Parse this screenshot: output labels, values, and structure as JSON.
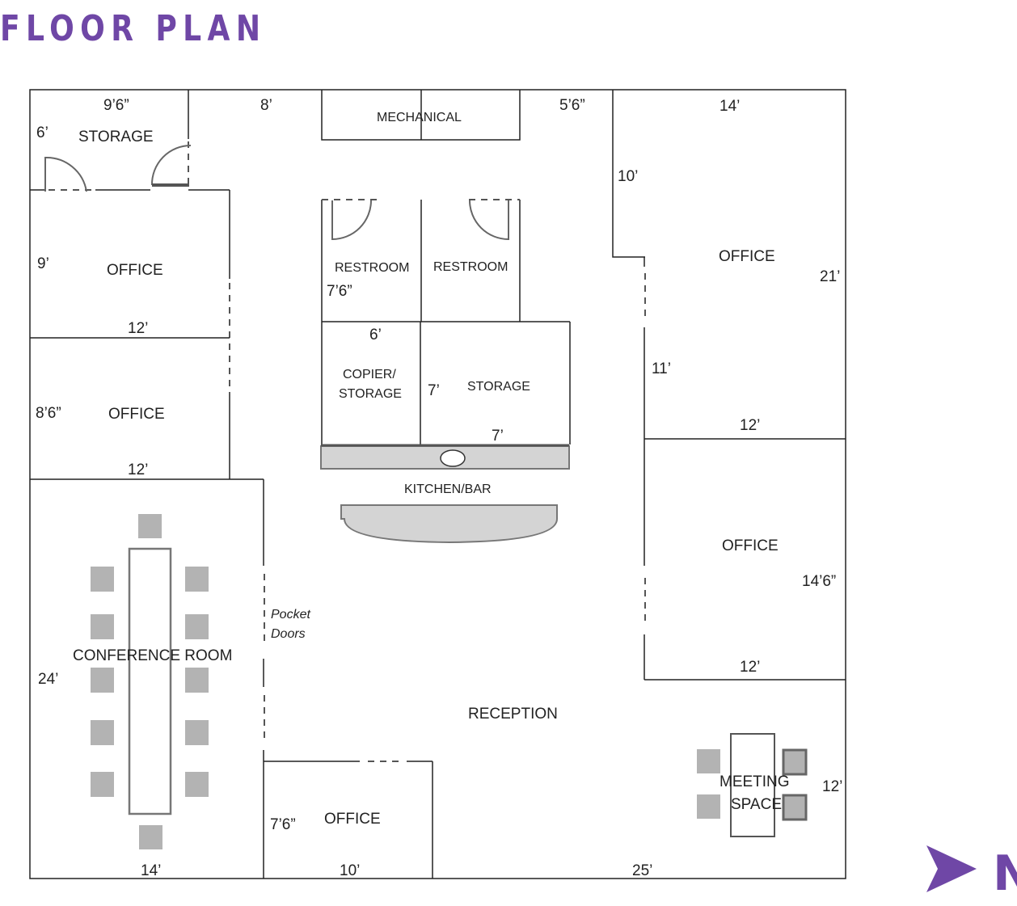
{
  "title": "FLOOR PLAN",
  "accent_color": "#6f47a6",
  "compass": {
    "icon": "north-arrow-icon",
    "label": "N"
  },
  "rooms": {
    "storage_nw": {
      "label": "STORAGE",
      "width": "9’6”",
      "depth": "6’"
    },
    "hall_top": {
      "width": "8’"
    },
    "mechanical": {
      "label": "MECHANICAL"
    },
    "hall_top_right": {
      "width": "5’6”"
    },
    "office_nw": {
      "label": "OFFICE",
      "depth": "9’",
      "width": "12’"
    },
    "office_w": {
      "label": "OFFICE",
      "depth": "8’6”",
      "width": "12’"
    },
    "restroom_1": {
      "label": "RESTROOM",
      "depth": "7’6”"
    },
    "restroom_2": {
      "label": "RESTROOM"
    },
    "copier": {
      "label_line1": "COPIER/",
      "label_line2": "STORAGE",
      "width": "6’"
    },
    "storage_center": {
      "label": "STORAGE",
      "depth": "7’",
      "width": "7’"
    },
    "kitchen": {
      "label": "KITCHEN/BAR"
    },
    "office_ne": {
      "label": "OFFICE",
      "width": "14’",
      "depth_top": "10’",
      "depth": "21’",
      "depth_lower": "11’",
      "width_lower": "12’"
    },
    "office_e": {
      "label": "OFFICE",
      "depth": "14’6”",
      "width": "12’"
    },
    "conference": {
      "label": "CONFERENCE ROOM",
      "depth": "24’",
      "width": "14’",
      "doors_line1": "Pocket",
      "doors_line2": "Doors"
    },
    "reception": {
      "label": "RECEPTION",
      "width": "25’"
    },
    "office_s": {
      "label": "OFFICE",
      "depth": "7’6”",
      "width": "10’"
    },
    "meeting": {
      "label_line1": "MEETING",
      "label_line2": "SPACE",
      "depth": "12’"
    }
  }
}
